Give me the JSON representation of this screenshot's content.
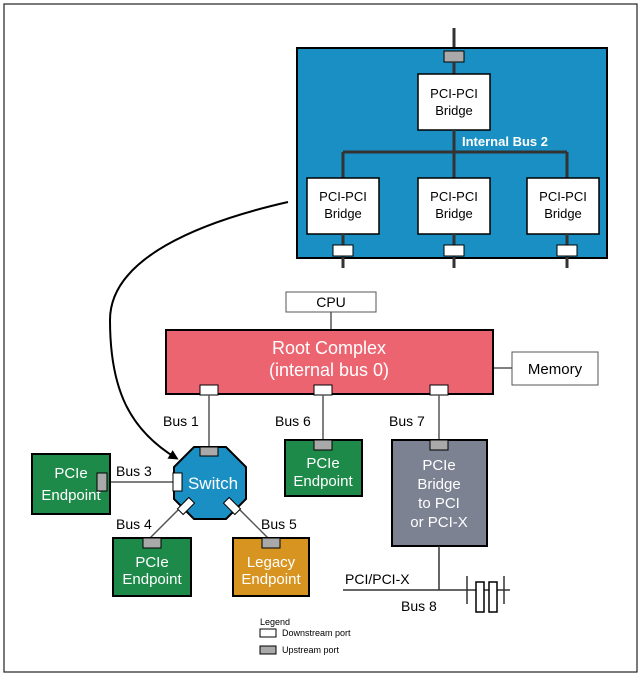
{
  "colors": {
    "switch_box_fill": "#1a8fc3",
    "root_complex_fill": "#ec6470",
    "endpoint_fill": "#1e8a4a",
    "legacy_fill": "#d89420",
    "bridge_fill": "#7d8293",
    "upstream_port_fill": "#a9a9a9",
    "downstream_port_fill": "#ffffff",
    "line": "#333333"
  },
  "switch_internals": {
    "top_bridge": [
      "PCI-PCI",
      "Bridge"
    ],
    "internal_bus_label": "Internal Bus 2",
    "bottom_bridges": [
      [
        "PCI-PCI",
        "Bridge"
      ],
      [
        "PCI-PCI",
        "Bridge"
      ],
      [
        "PCI-PCI",
        "Bridge"
      ]
    ]
  },
  "cpu_label": "CPU",
  "memory_label": "Memory",
  "root_complex": [
    "Root Complex",
    "(internal bus 0)"
  ],
  "switch_label": "Switch",
  "bus_labels": {
    "bus1": "Bus 1",
    "bus3": "Bus 3",
    "bus4": "Bus 4",
    "bus5": "Bus 5",
    "bus6": "Bus 6",
    "bus7": "Bus 7",
    "bus8": "Bus 8"
  },
  "endpoints": {
    "left": [
      "PCIe",
      "Endpoint"
    ],
    "bottom": [
      "PCIe",
      "Endpoint"
    ],
    "middle": [
      "PCIe",
      "Endpoint"
    ],
    "legacy": [
      "Legacy",
      "Endpoint"
    ]
  },
  "bridge_box": [
    "PCIe",
    "Bridge",
    "to PCI",
    "or PCI-X"
  ],
  "pci_bus_label": "PCI/PCI-X",
  "legend": {
    "title": "Legend",
    "downstream": "Downstream port",
    "upstream": "Upstream port"
  }
}
